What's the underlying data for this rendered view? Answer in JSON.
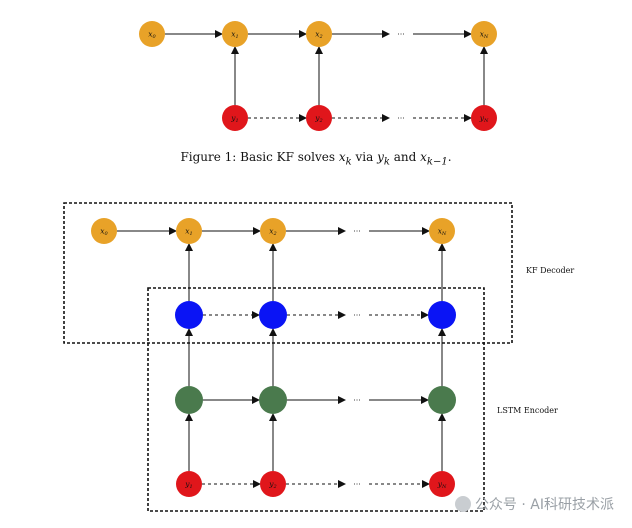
{
  "colors": {
    "x_node": "#E8A228",
    "y_node": "#E0161B",
    "kf_node": "#0A14F5",
    "lstm_node": "#4A7A4D",
    "edge": "#111111"
  },
  "figure1": {
    "x_nodes": [
      "x0",
      "x1",
      "x2",
      "xN"
    ],
    "y_nodes": [
      "y1",
      "y2",
      "yN"
    ],
    "ellipsis": "···"
  },
  "caption": {
    "prefix": "Figure 1: Basic KF solves ",
    "v1": "x",
    "v1_sub": "k",
    "mid1": " via ",
    "v2": "y",
    "v2_sub": "k",
    "mid2": " and ",
    "v3": "x",
    "v3_sub": "k−1",
    "suffix": "."
  },
  "figure2": {
    "x_nodes": [
      "x0",
      "x1",
      "x2",
      "xN"
    ],
    "y_nodes": [
      "y1",
      "y2",
      "yN"
    ],
    "ellipsis": "···",
    "kf_label": "KF Decoder",
    "lstm_label": "LSTM Encoder"
  },
  "watermark": {
    "text": "公众号 · AI科研技术派"
  }
}
